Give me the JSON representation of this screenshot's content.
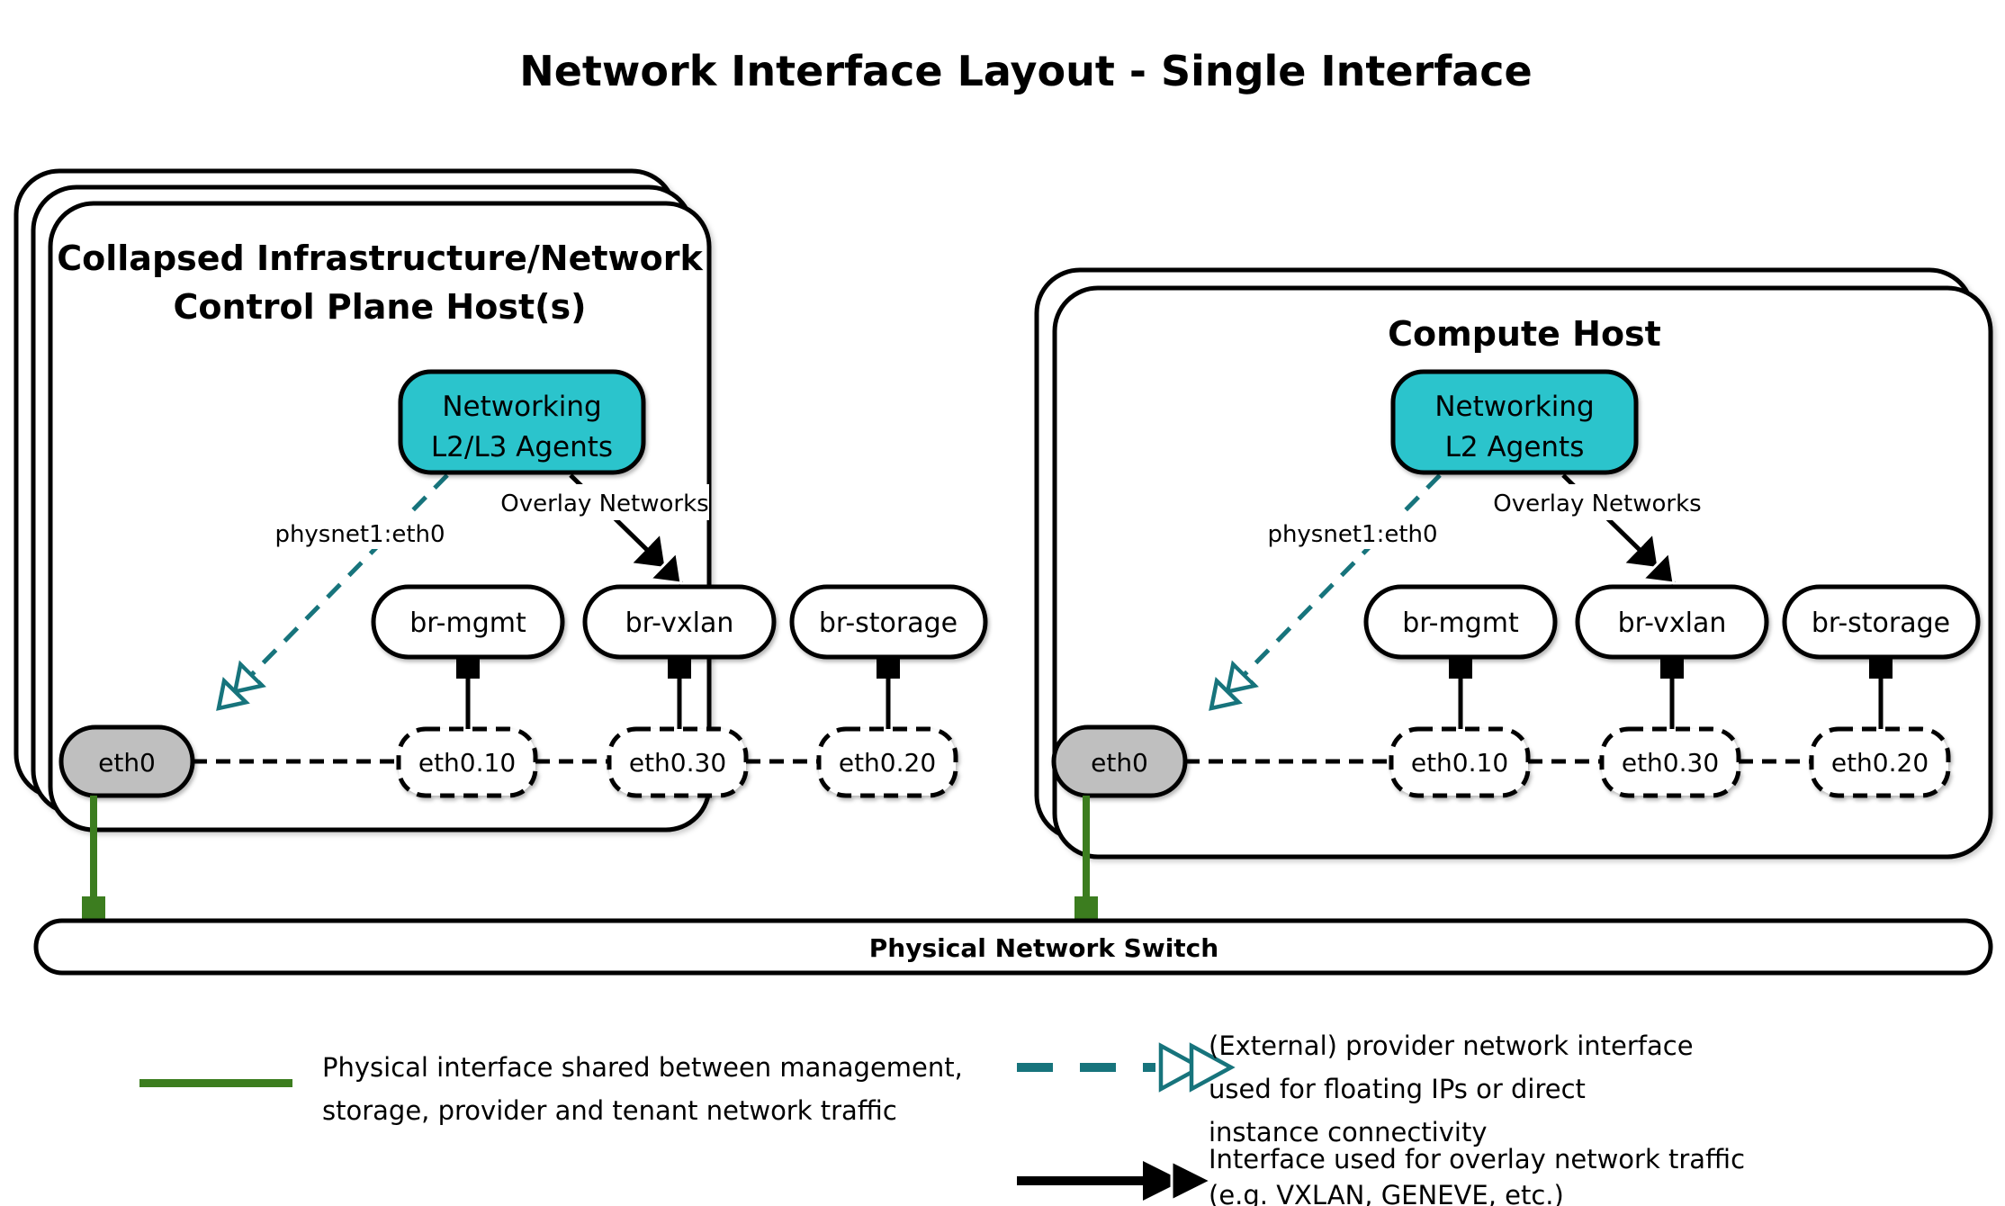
{
  "title": "Network Interface Layout - Single Interface",
  "hosts": {
    "control": {
      "title_line1": "Collapsed Infrastructure/Network",
      "title_line2": "Control Plane Host(s)",
      "agent_line1": "Networking",
      "agent_line2": "L2/L3 Agents",
      "provider_label": "physnet1:eth0",
      "overlay_label": "Overlay Networks",
      "bridges": {
        "mgmt": "br-mgmt",
        "vxlan": "br-vxlan",
        "storage": "br-storage"
      },
      "vlans": {
        "mgmt": "eth0.10",
        "vxlan": "eth0.30",
        "storage": "eth0.20"
      },
      "interface": "eth0"
    },
    "compute": {
      "title_line1": "Compute Host",
      "agent_line1": "Networking",
      "agent_line2": "L2 Agents",
      "provider_label": "physnet1:eth0",
      "overlay_label": "Overlay Networks",
      "bridges": {
        "mgmt": "br-mgmt",
        "vxlan": "br-vxlan",
        "storage": "br-storage"
      },
      "vlans": {
        "mgmt": "eth0.10",
        "vxlan": "eth0.30",
        "storage": "eth0.20"
      },
      "interface": "eth0"
    }
  },
  "switch_bar": {
    "label": "Physical Network Switch"
  },
  "legend": {
    "physical": {
      "line1": "Physical interface shared between management,",
      "line2": "storage, provider and tenant network traffic"
    },
    "provider": {
      "line1": "(External) provider network interface",
      "line2": "used for floating IPs or direct",
      "line3": "instance connectivity"
    },
    "overlay": {
      "line1": "Interface used for overlay network traffic",
      "line2": "(e.g. VXLAN, GENEVE, etc.)"
    }
  },
  "colors": {
    "agent_fill": "#2BC4CC",
    "provider_arrow": "#17747C",
    "physical_link": "#3C7D1F",
    "interface_fill": "#BFBFBF"
  }
}
